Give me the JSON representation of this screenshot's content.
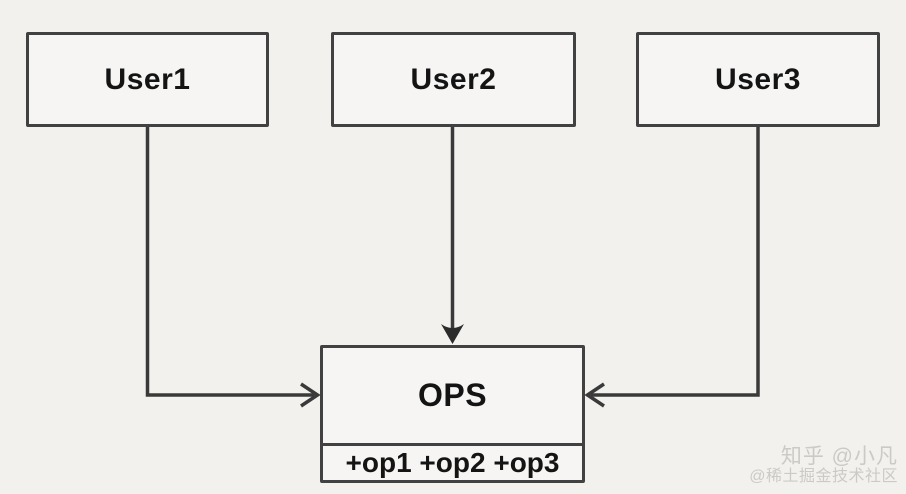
{
  "diagram": {
    "type": "uml-like-dependency-diagram",
    "nodes": [
      {
        "id": "user1",
        "label": "User1"
      },
      {
        "id": "user2",
        "label": "User2"
      },
      {
        "id": "user3",
        "label": "User3"
      }
    ],
    "ops_node": {
      "label": "OPS",
      "operations": "+op1 +op2 +op3"
    },
    "edges": [
      {
        "from": "user1",
        "to": "ops",
        "arrow": "open",
        "enters": "left-side"
      },
      {
        "from": "user2",
        "to": "ops",
        "arrow": "filled",
        "enters": "top"
      },
      {
        "from": "user3",
        "to": "ops",
        "arrow": "open",
        "enters": "right-side"
      }
    ]
  },
  "watermark": {
    "line1": "知乎 @小凡",
    "line2": "@稀土掘金技术社区"
  },
  "colors": {
    "background": "#f2f1ee",
    "box_fill": "#f6f5f3",
    "border": "#414141",
    "line": "#3a3a3a",
    "text": "#141414",
    "watermark": "#cbcac7"
  }
}
